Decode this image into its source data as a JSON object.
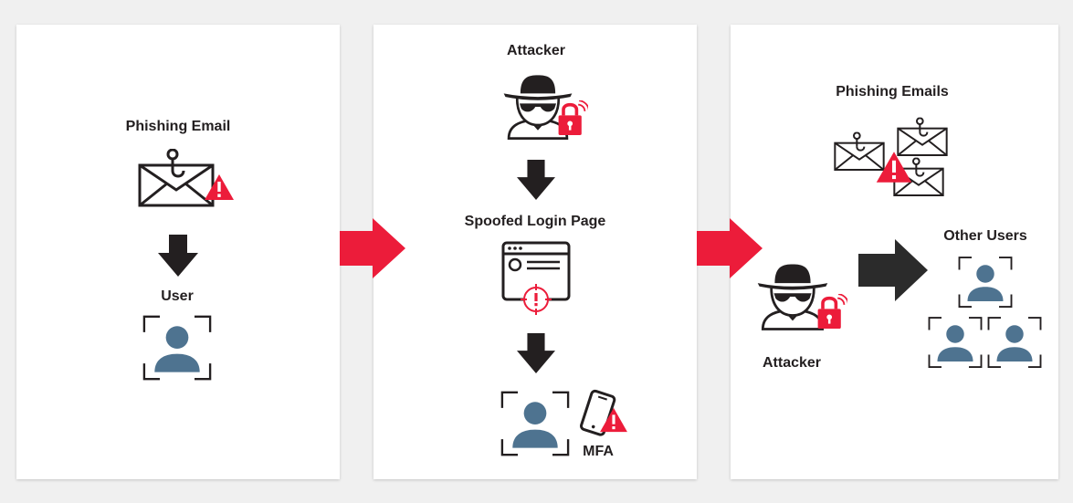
{
  "panel1": {
    "email_label": "Phishing Email",
    "user_label": "User"
  },
  "panel2": {
    "attacker_label": "Attacker",
    "login_label": "Spoofed Login Page",
    "mfa_label": "MFA"
  },
  "panel3": {
    "emails_label": "Phishing Emails",
    "attacker_label": "Attacker",
    "others_label": "Other Users"
  },
  "colors": {
    "accent": "#ec1c3a",
    "user_blue": "#4e7390",
    "dark": "#231f20",
    "arrow_dark": "#2b2b2b"
  }
}
